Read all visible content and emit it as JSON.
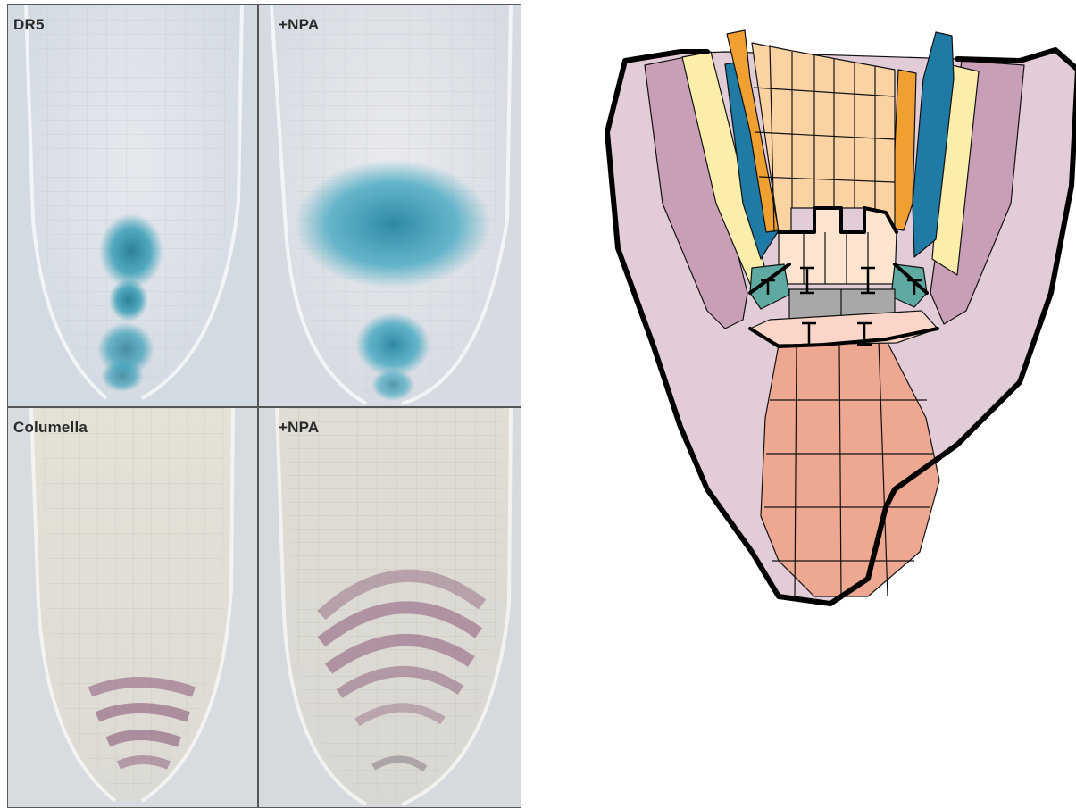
{
  "panels": [
    {
      "label": "DR5",
      "stain": "blue",
      "treatment": "control"
    },
    {
      "label": "+NPA",
      "stain": "blue",
      "treatment": "NPA"
    },
    {
      "label": "Columella",
      "stain": "purple",
      "treatment": "control"
    },
    {
      "label": "+NPA",
      "stain": "purple",
      "treatment": "NPA"
    }
  ],
  "colors": {
    "dr5_stain": "#3a9fb8",
    "columella_stain": "#8a5a7a",
    "diagram_outer_lateral": "#e2ccd8",
    "diagram_lateral_mauve": "#c99fb8",
    "diagram_pale_yellow": "#fbeeaa",
    "diagram_blue": "#1f7aa6",
    "diagram_orange": "#f0a030",
    "diagram_vascular": "#fbd3a3",
    "diagram_qc_region": "#fce4cf",
    "diagram_teal": "#5ea9a0",
    "diagram_grey": "#a8a8a8",
    "diagram_columella": "#eea892"
  }
}
